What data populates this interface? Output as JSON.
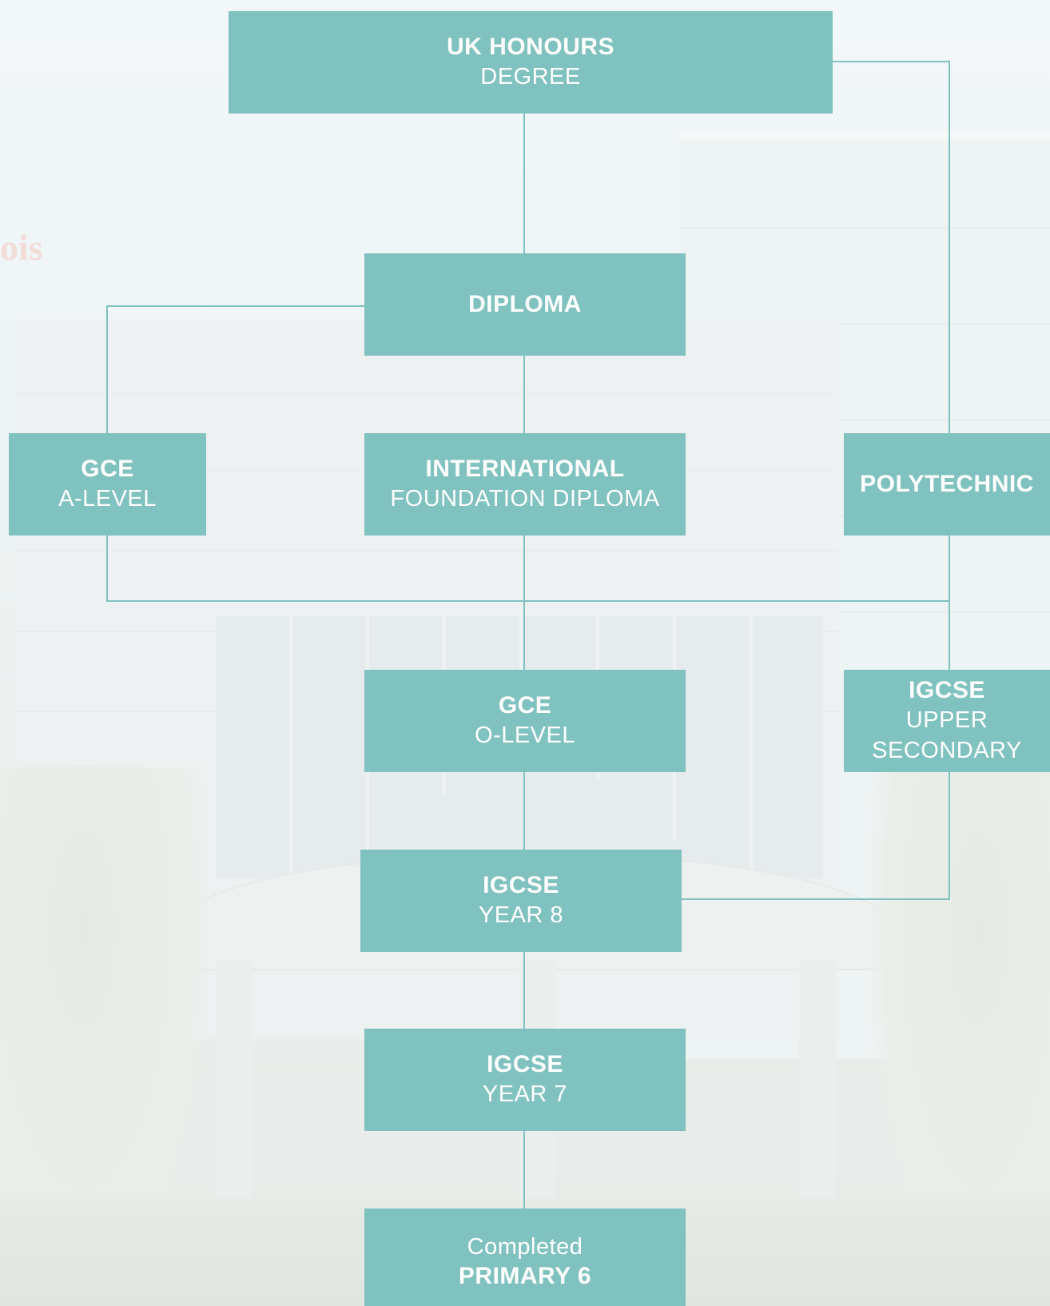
{
  "diagram": {
    "colors": {
      "box_fill": "#80c2bf",
      "box_text": "#ffffff",
      "connector": "#7fc2c0"
    },
    "nodes": {
      "uk_honours": {
        "line1": "UK HONOURS",
        "line2": "DEGREE"
      },
      "diploma": {
        "line1": "DIPLOMA"
      },
      "gce_a_level": {
        "line1": "GCE",
        "line2": "A-LEVEL"
      },
      "international_foundation": {
        "line1": "INTERNATIONAL",
        "line2": "FOUNDATION DIPLOMA"
      },
      "polytechnic": {
        "line1": "POLYTECHNIC"
      },
      "gce_o_level": {
        "line1": "GCE",
        "line2": "O-LEVEL"
      },
      "igcse_upper_secondary": {
        "line1": "IGCSE",
        "line2": "UPPER",
        "line3": "SECONDARY"
      },
      "igcse_year_8": {
        "line1": "IGCSE",
        "line2": "YEAR 8"
      },
      "igcse_year_7": {
        "line1": "IGCSE",
        "line2": "YEAR 7"
      },
      "primary_6": {
        "line1": "Completed",
        "line2": "PRIMARY 6"
      }
    },
    "edges": [
      [
        "diploma",
        "uk_honours"
      ],
      [
        "polytechnic",
        "uk_honours"
      ],
      [
        "gce_a_level",
        "diploma"
      ],
      [
        "international_foundation",
        "diploma"
      ],
      [
        "gce_o_level",
        "gce_a_level"
      ],
      [
        "gce_o_level",
        "international_foundation"
      ],
      [
        "gce_o_level",
        "polytechnic"
      ],
      [
        "igcse_upper_secondary",
        "polytechnic"
      ],
      [
        "igcse_year_8",
        "gce_o_level"
      ],
      [
        "igcse_year_8",
        "igcse_upper_secondary"
      ],
      [
        "igcse_year_7",
        "igcse_year_8"
      ],
      [
        "primary_6",
        "igcse_year_7"
      ]
    ]
  }
}
